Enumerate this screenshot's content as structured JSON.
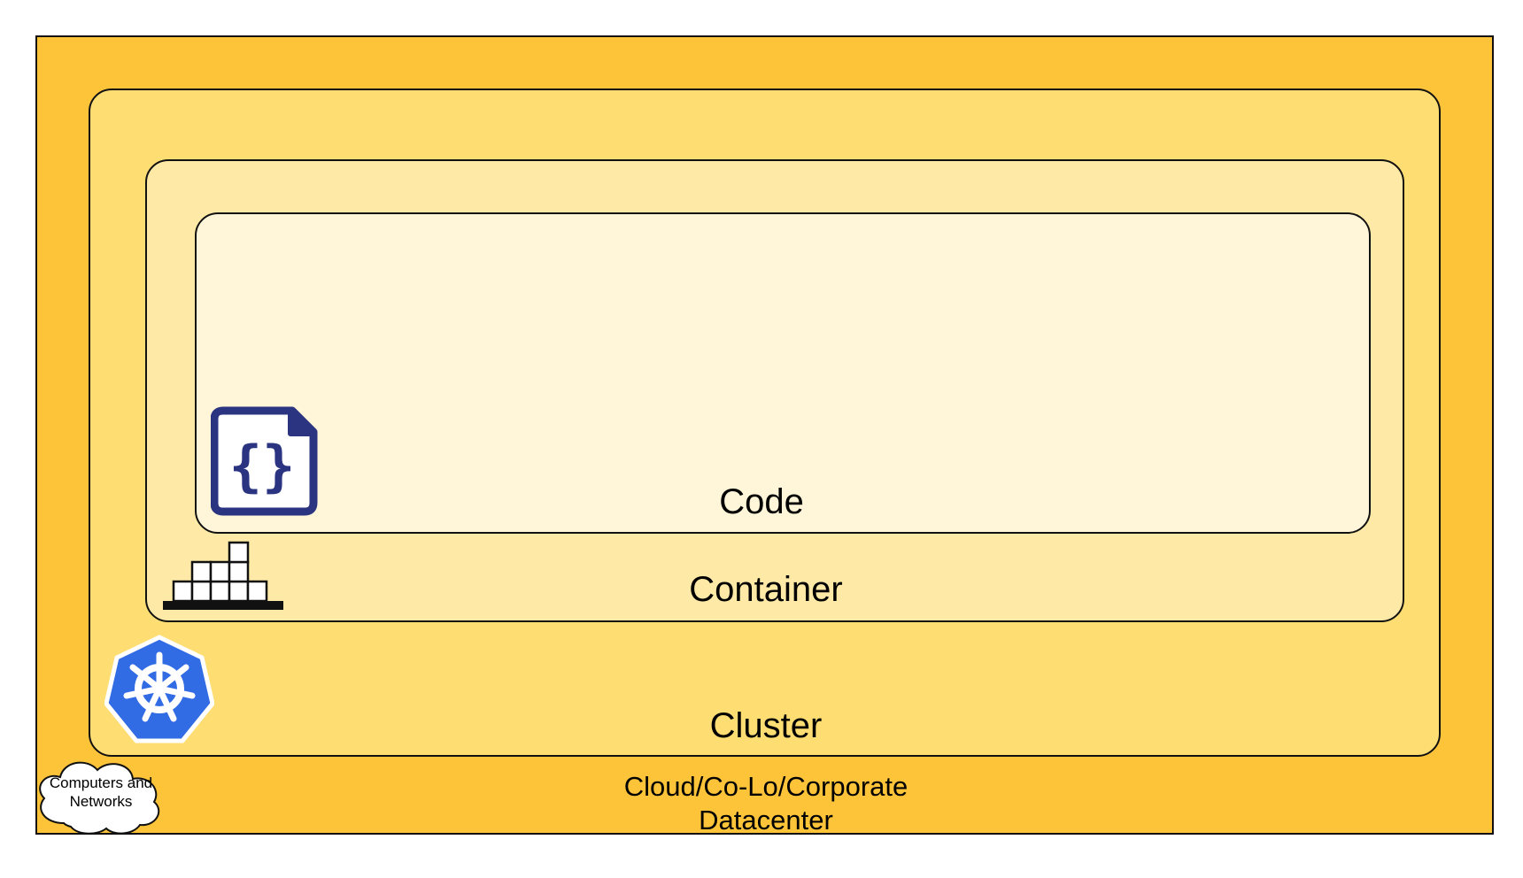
{
  "diagram": {
    "layers": {
      "datacenter": {
        "label": "Cloud/Co-Lo/Corporate Datacenter",
        "color": "#fdc43a"
      },
      "cluster": {
        "label": "Cluster",
        "color": "#fedd73"
      },
      "container": {
        "label": "Container",
        "color": "#feeaa6"
      },
      "code": {
        "label": "Code",
        "color": "#fff5d8"
      }
    },
    "cloud_badge": {
      "label": "Computers and Networks"
    },
    "icons": {
      "code": "code-braces-file-icon",
      "container": "container-blocks-icon",
      "cluster": "kubernetes-helm-icon",
      "datacenter": "cloud-icon"
    },
    "colors": {
      "kubernetes_blue": "#326ce5",
      "code_icon_navy": "#2b3481",
      "border": "#111111"
    }
  }
}
